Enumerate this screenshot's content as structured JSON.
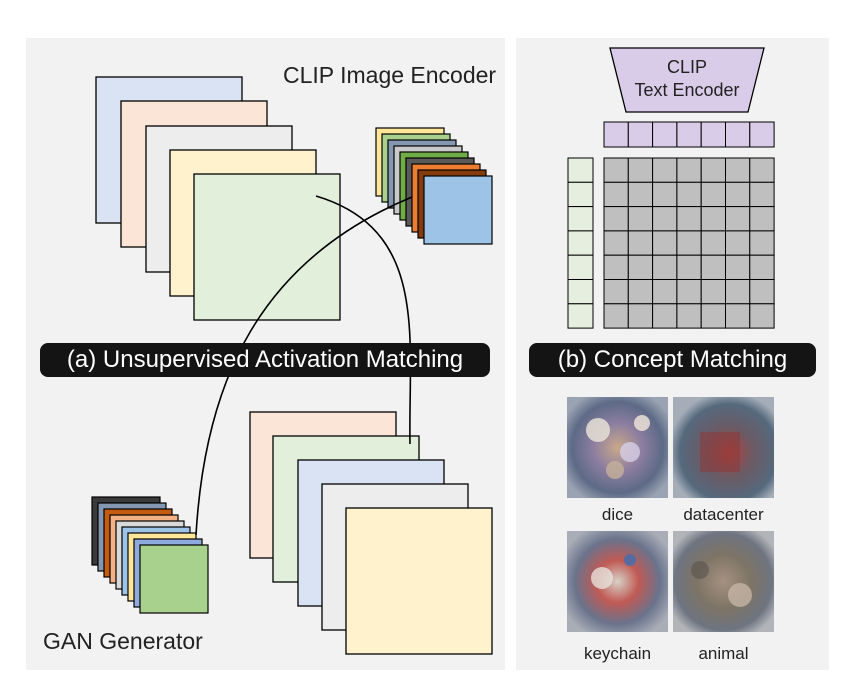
{
  "panel_a": {
    "encoder_label": "CLIP Image Encoder",
    "generator_label": "GAN Generator",
    "caption": "(a) Unsupervised Activation Matching"
  },
  "panel_b": {
    "text_encoder_line1": "CLIP",
    "text_encoder_line2": "Text Encoder",
    "caption": "(b) Concept Matching",
    "examples": [
      {
        "label": "dice"
      },
      {
        "label": "datacenter"
      },
      {
        "label": "keychain"
      },
      {
        "label": "animal"
      }
    ]
  },
  "colors": {
    "panel_bg": "#f2f2f2",
    "caption_bar": "#141414",
    "text_encoder_fill": "#d9cce8",
    "matrix_cell": "#bfbfbf",
    "column_vector": "#e6efdf"
  }
}
